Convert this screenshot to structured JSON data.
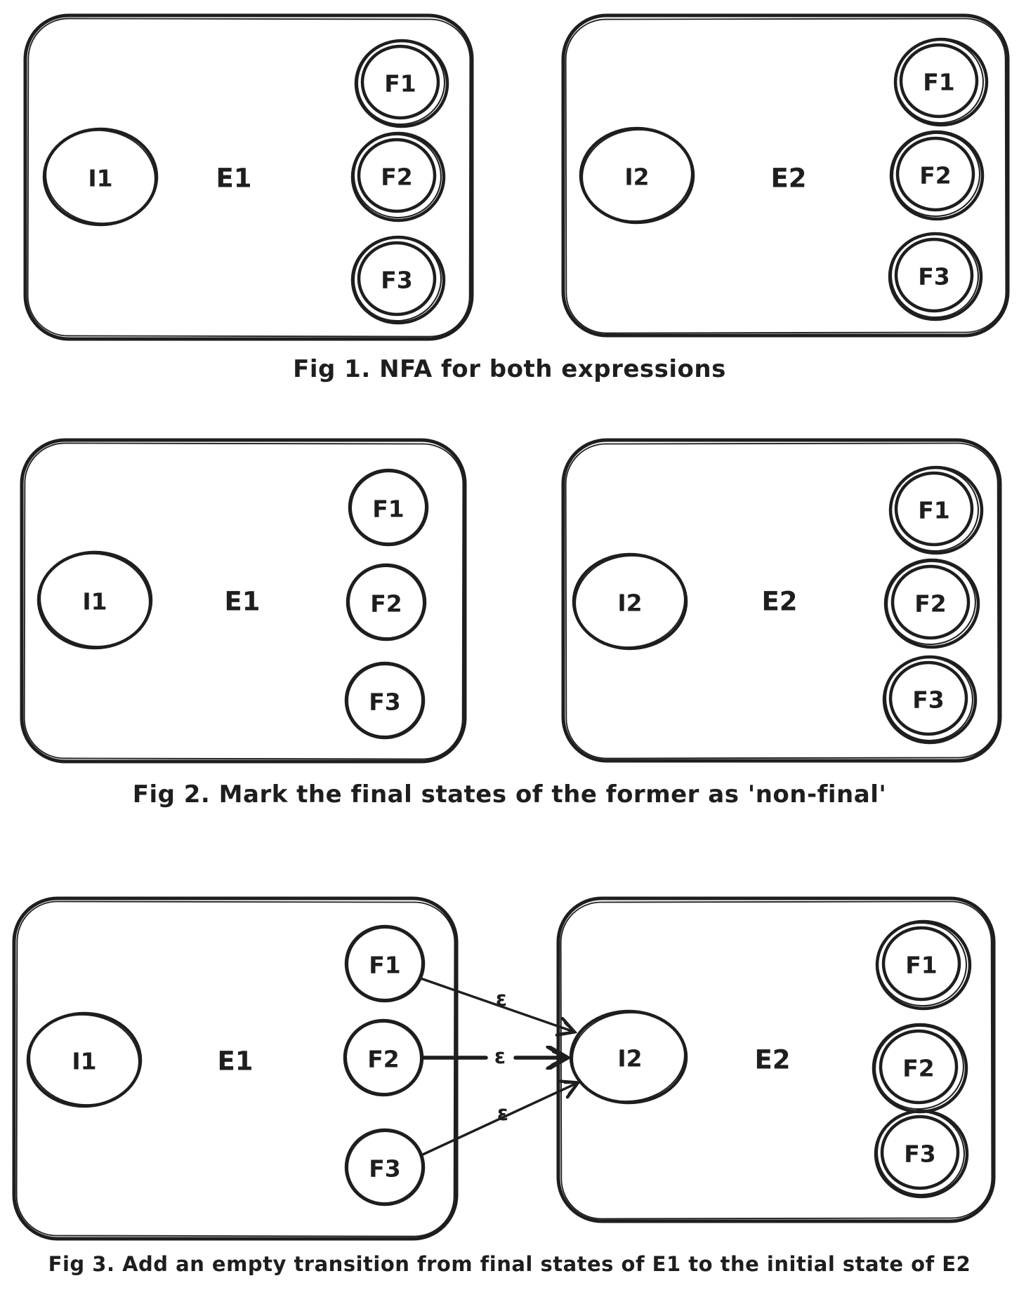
{
  "page": {
    "background": "#ffffff",
    "ink_color": "#1e1e1e"
  },
  "figures": [
    {
      "caption": "Fig 1. NFA for both expressions",
      "left": {
        "initial": "I1",
        "expression": "E1",
        "final_states": [
          "F1",
          "F2",
          "F3"
        ],
        "final_style": "double-circle"
      },
      "right": {
        "initial": "I2",
        "expression": "E2",
        "final_states": [
          "F1",
          "F2",
          "F3"
        ],
        "final_style": "double-circle"
      }
    },
    {
      "caption": "Fig 2. Mark the final states of the former as 'non-final'",
      "left": {
        "initial": "I1",
        "expression": "E1",
        "final_states": [
          "F1",
          "F2",
          "F3"
        ],
        "final_style": "single-circle"
      },
      "right": {
        "initial": "I2",
        "expression": "E2",
        "final_states": [
          "F1",
          "F2",
          "F3"
        ],
        "final_style": "double-circle"
      }
    },
    {
      "caption": "Fig 3. Add an empty transition from final states of E1 to the initial state of E2",
      "left": {
        "initial": "I1",
        "expression": "E1",
        "final_states": [
          "F1",
          "F2",
          "F3"
        ],
        "final_style": "single-circle"
      },
      "right": {
        "initial": "I2",
        "expression": "E2",
        "final_states": [
          "F1",
          "F2",
          "F3"
        ],
        "final_style": "double-circle"
      },
      "transitions": [
        {
          "from": "F1",
          "to": "I2",
          "label": "ε"
        },
        {
          "from": "F2",
          "to": "I2",
          "label": "ε"
        },
        {
          "from": "F3",
          "to": "I2",
          "label": "ε"
        }
      ]
    }
  ]
}
